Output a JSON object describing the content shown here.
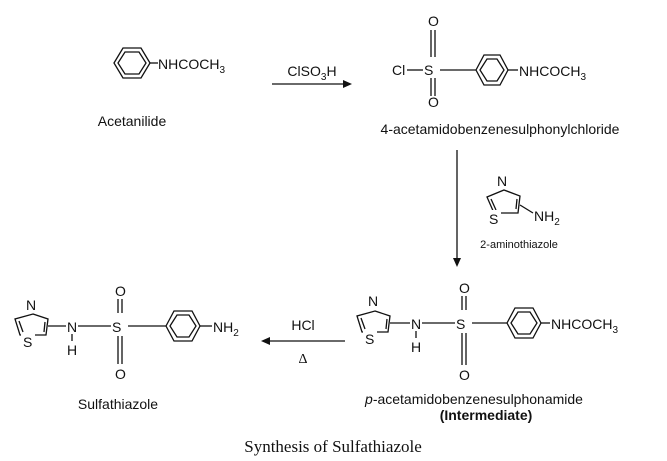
{
  "caption": "Synthesis of Sulfathiazole",
  "compounds": {
    "acetanilide": {
      "name": "Acetanilide",
      "group": "NHCOCH",
      "sub": "3"
    },
    "sulfonyl_chloride": {
      "name": "4-acetamidobenzenesulphonylchloride",
      "cl": "Cl",
      "s": "S",
      "o_top": "O",
      "o_bottom": "O",
      "group": "NHCOCH",
      "sub": "3"
    },
    "aminothiazole": {
      "name": "2-aminothiazole",
      "n": "N",
      "s": "S",
      "amine": "NH",
      "sub": "2"
    },
    "intermediate": {
      "name_italic": "p",
      "name_rest": "-acetamidobenzenesulphonamide",
      "tag": "(Intermediate)",
      "n": "N",
      "s_ring": "S",
      "nh_n": "N",
      "nh_h": "H",
      "s": "S",
      "o_top": "O",
      "o_bottom": "O",
      "group": "NHCOCH",
      "sub": "3"
    },
    "sulfathiazole": {
      "name": "Sulfathiazole",
      "n": "N",
      "s_ring": "S",
      "nh_n": "N",
      "nh_h": "H",
      "s": "S",
      "o_top": "O",
      "o_bottom": "O",
      "amine": "NH",
      "sub": "2"
    }
  },
  "reactions": {
    "step1": {
      "reagent_main": "ClSO",
      "reagent_sub": "3",
      "reagent_end": "H"
    },
    "step3": {
      "reagent_top": "HCl",
      "reagent_bottom": "Δ"
    }
  }
}
